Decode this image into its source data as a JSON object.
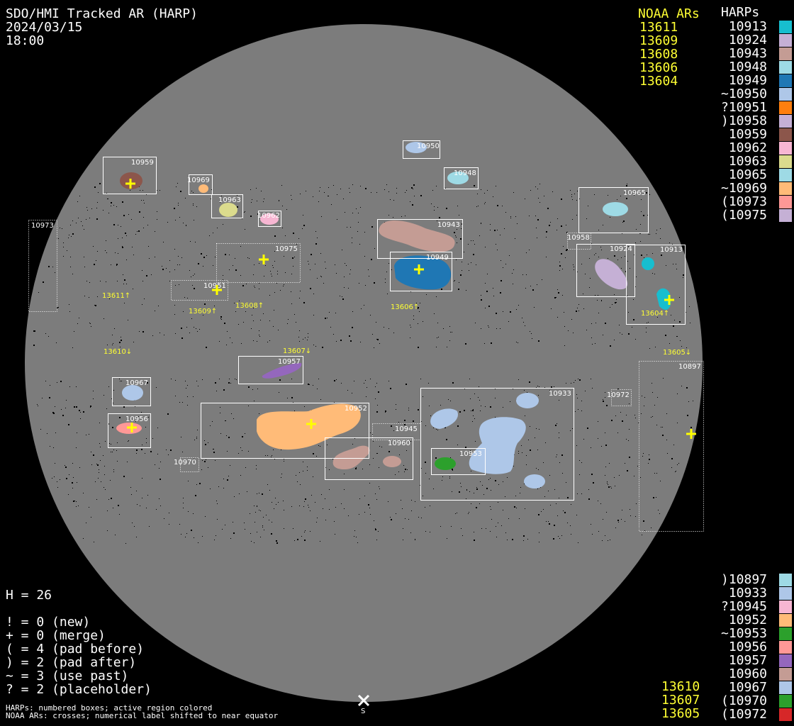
{
  "header": {
    "title": "SDO/HMI Tracked AR (HARP)",
    "date": "2024/03/15",
    "time": "18:00"
  },
  "noaa_header": "NOAA ARs",
  "harp_header": "HARPs",
  "noaa_top": [
    "13611",
    "13609",
    "13608",
    "13606",
    "13604"
  ],
  "noaa_bottom": [
    "13610",
    "13607",
    "13605"
  ],
  "harps_top": [
    {
      "label": " 10913",
      "color": "#17becf"
    },
    {
      "label": " 10924",
      "color": "#c5b0d5"
    },
    {
      "label": " 10943",
      "color": "#c49c94"
    },
    {
      "label": " 10948",
      "color": "#9edae5"
    },
    {
      "label": " 10949",
      "color": "#1f77b4"
    },
    {
      "label": "~10950",
      "color": "#aec7e8"
    },
    {
      "label": "?10951",
      "color": "#ff7f0e"
    },
    {
      "label": ")10958",
      "color": "#c5b0d5"
    },
    {
      "label": " 10959",
      "color": "#8c564b"
    },
    {
      "label": " 10962",
      "color": "#f7b6d2"
    },
    {
      "label": " 10963",
      "color": "#dbdb8d"
    },
    {
      "label": " 10965",
      "color": "#9edae5"
    },
    {
      "label": "~10969",
      "color": "#ffbb78"
    },
    {
      "label": "(10973",
      "color": "#ff9896"
    },
    {
      "label": "(10975",
      "color": "#c5b0d5"
    }
  ],
  "harps_bottom": [
    {
      "label": ")10897",
      "color": "#9edae5"
    },
    {
      "label": " 10933",
      "color": "#aec7e8"
    },
    {
      "label": "?10945",
      "color": "#f7b6d2"
    },
    {
      "label": " 10952",
      "color": "#ffbb78"
    },
    {
      "label": "~10953",
      "color": "#2ca02c"
    },
    {
      "label": " 10956",
      "color": "#ff9896"
    },
    {
      "label": " 10957",
      "color": "#9467bd"
    },
    {
      "label": " 10960",
      "color": "#c49c94"
    },
    {
      "label": " 10967",
      "color": "#aec7e8"
    },
    {
      "label": "(10970",
      "color": "#2ca02c"
    },
    {
      "label": "(10972",
      "color": "#d62728"
    }
  ],
  "stats": {
    "count": "H = 26",
    "lines": [
      "! = 0 (new)",
      "+ = 0 (merge)",
      "( = 4 (pad before)",
      ") = 2 (pad after)",
      "~ = 3 (use past)",
      "? = 2 (placeholder)"
    ]
  },
  "footnotes": [
    "HARPs: numbered boxes; active region colored",
    "NOAA ARs: crosses; numerical label shifted to near equator"
  ],
  "south_label": "S",
  "colors": {
    "disk": "#7c7c7c",
    "cross": "#ffff00",
    "box": "#ffffff"
  },
  "disk_labels": {
    "b10959": "10959",
    "b10969": "10969",
    "b10963": "10963",
    "b10962": "10962",
    "b10975": "10975",
    "b10951": "10951",
    "b10973": "10973",
    "b10950": "10950",
    "b10948": "10948",
    "b10943": "10943",
    "b10949": "10949",
    "b10965": "10965",
    "b10958": "10958",
    "b10924": "10924",
    "b10913": "10913",
    "b10957": "10957",
    "b10967": "10967",
    "b10956": "10956",
    "b10970": "10970",
    "b10952": "10952",
    "b10945": "10945",
    "b10960": "10960",
    "b10953": "10953",
    "b10933": "10933",
    "b10972": "10972",
    "b10897": "10897",
    "n13611": "13611↑",
    "n13609": "13609↑",
    "n13608": "13608↑",
    "n13606": "13606↑",
    "n13604": "13604↑",
    "n13610": "13610↓",
    "n13607": "13607↓",
    "n13605": "13605↓"
  }
}
